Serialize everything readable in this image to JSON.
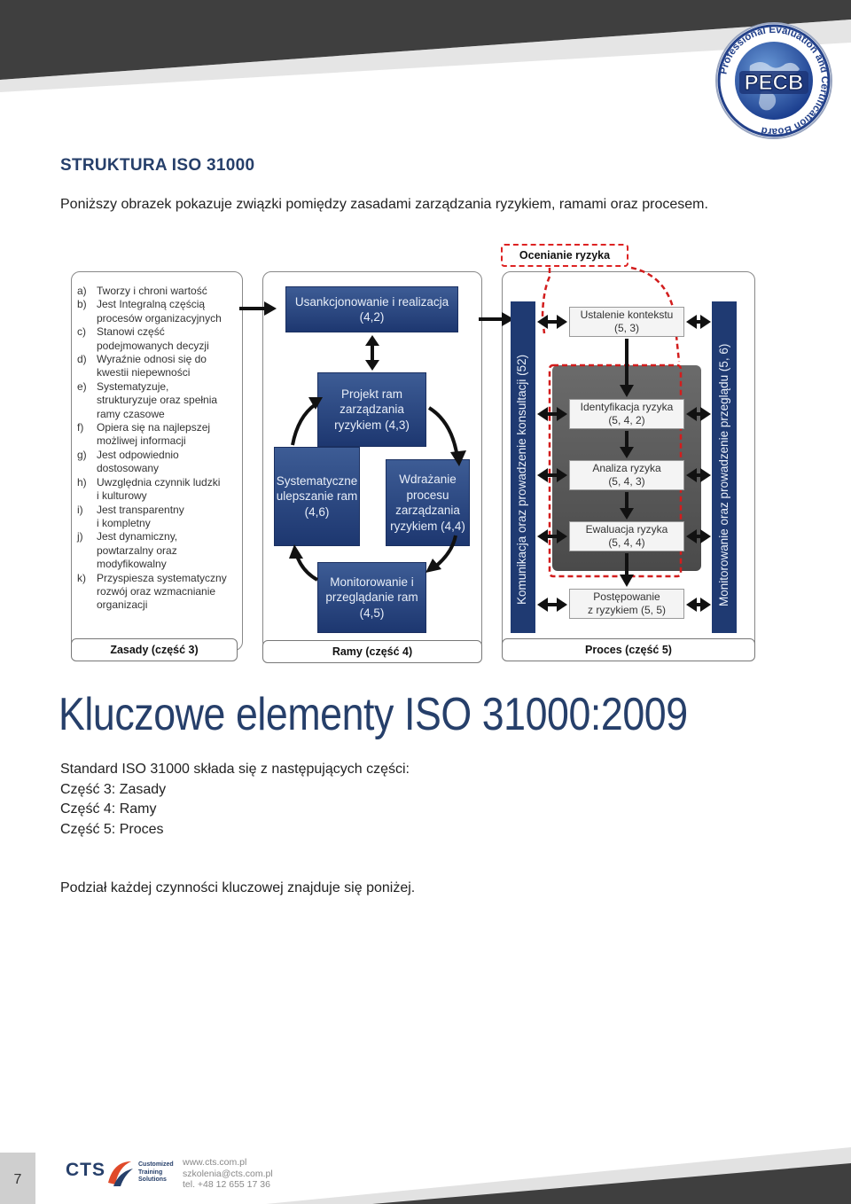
{
  "logo": {
    "ring_text": "Professional Evaluation and Certification Board",
    "center_text": "PECB"
  },
  "section_title": "STRUKTURA ISO 31000",
  "intro": "Poniższy obrazek pokazuje związki pomiędzy zasadami zarządzania ryzykiem, ramami oraz procesem.",
  "diagram": {
    "risk_assessment_label": "Ocenianie ryzyka",
    "principles": [
      {
        "letter": "a)",
        "lines": [
          "Tworzy i chroni wartość"
        ]
      },
      {
        "letter": "b)",
        "lines": [
          "Jest Integralną częścią",
          "procesów organizacyjnych"
        ]
      },
      {
        "letter": "c)",
        "lines": [
          "Stanowi część",
          "podejmowanych decyzji"
        ]
      },
      {
        "letter": "d)",
        "lines": [
          "Wyraźnie odnosi się do",
          "kwestii niepewności"
        ]
      },
      {
        "letter": "e)",
        "lines": [
          "Systematyzuje,",
          "strukturyzuje oraz spełnia",
          "ramy czasowe"
        ]
      },
      {
        "letter": "f)",
        "lines": [
          "Opiera się na najlepszej",
          "możliwej informacji"
        ]
      },
      {
        "letter": "g)",
        "lines": [
          "Jest odpowiednio",
          "dostosowany"
        ]
      },
      {
        "letter": "h)",
        "lines": [
          "Uwzględnia czynnik ludzki",
          "i kulturowy"
        ]
      },
      {
        "letter": "i)",
        "lines": [
          "Jest transparentny",
          "i kompletny"
        ]
      },
      {
        "letter": "j)",
        "lines": [
          "Jest dynamiczny,",
          "powtarzalny oraz",
          "modyfikowalny"
        ]
      },
      {
        "letter": "k)",
        "lines": [
          "Przyspiesza systematyczny",
          "rozwój oraz  wzmacnianie",
          "organizacji"
        ]
      }
    ],
    "framework": {
      "mandate": "Usankcjonowanie i realizacja (4,2)",
      "design": "Projekt ram zarządzania ryzykiem (4,3)",
      "improve": "Systematyczne ulepszanie ram (4,6)",
      "implement": "Wdrażanie procesu zarządzania ryzykiem (4,4)",
      "monitor": "Monitorowanie i przeglądanie ram (4,5)"
    },
    "process": {
      "communication": "Komunikacja oraz prowadzenie konsultacji (52)",
      "monitoring": "Monitorowanie oraz prowadzenie przeglądu (5, 6)",
      "steps": [
        {
          "title": "Ustalenie kontekstu",
          "ref": "(5, 3)"
        },
        {
          "title": "Identyfikacja ryzyka",
          "ref": "(5, 4, 2)"
        },
        {
          "title": "Analiza ryzyka",
          "ref": "(5, 4, 3)"
        },
        {
          "title": "Ewaluacja ryzyka",
          "ref": "(5, 4, 4)"
        },
        {
          "title": "Postępowanie",
          "ref": "z ryzykiem (5, 5)"
        }
      ]
    },
    "labels": {
      "principles": "Zasady (część 3)",
      "framework": "Ramy (część 4)",
      "process": "Proces (część 5)"
    }
  },
  "key_title": "Kluczowe elementy ISO 31000:2009",
  "body_lines": [
    "Standard ISO 31000  składa się z następujących części:",
    "Część 3: Zasady",
    "Część 4:  Ramy",
    "Część 5:  Proces"
  ],
  "note": "Podział każdej czynności kluczowej znajduje się poniżej.",
  "footer": {
    "page_number": "7",
    "brand": "CTS",
    "brand_sub": [
      "Customized",
      "Training",
      "Solutions"
    ],
    "website": "www.cts.com.pl",
    "email": "szkolenia@cts.com.pl",
    "phone": "tel. +48 12 655 17 36"
  }
}
